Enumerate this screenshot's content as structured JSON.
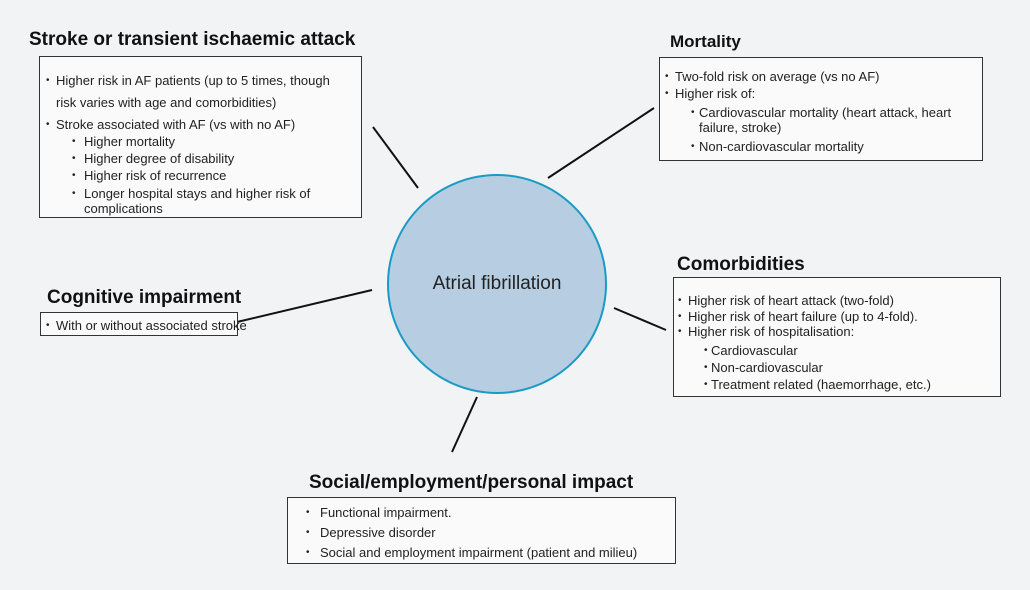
{
  "center_label": "Atrial fibrillation",
  "stroke": {
    "title": "Stroke or transient ischaemic attack",
    "items": [
      "Higher risk in AF patients (up to 5 times, though",
      "risk varies with age and comorbidities)",
      "Stroke associated with AF (vs with no AF)",
      "Higher mortality",
      "Higher degree of disability",
      "Higher risk of recurrence",
      "Longer hospital stays and higher risk of complications"
    ]
  },
  "mortality": {
    "title": "Mortality",
    "items": [
      "Two-fold risk on average (vs no AF)",
      "Higher risk of:",
      "Cardiovascular mortality (heart attack, heart failure, stroke)",
      "Non-cardiovascular mortality"
    ]
  },
  "cognitive": {
    "title": "Cognitive impairment",
    "items": [
      "With or without associated stroke"
    ]
  },
  "comorbidities": {
    "title": "Comorbidities",
    "items": [
      "Higher risk of heart attack (two-fold)",
      "Higher risk of heart failure (up to 4-fold).",
      "Higher risk of hospitalisation:",
      "Cardiovascular",
      "Non-cardiovascular",
      "Treatment related (haemorrhage, etc.)"
    ]
  },
  "social": {
    "title": "Social/employment/personal impact",
    "items": [
      "Functional impairment.",
      "Depressive disorder",
      "Social and employment impairment (patient and milieu)"
    ]
  },
  "colors": {
    "circle_fill": "#b6cde2",
    "circle_border": "#1a9bc4",
    "background": "#f2f3f5"
  }
}
